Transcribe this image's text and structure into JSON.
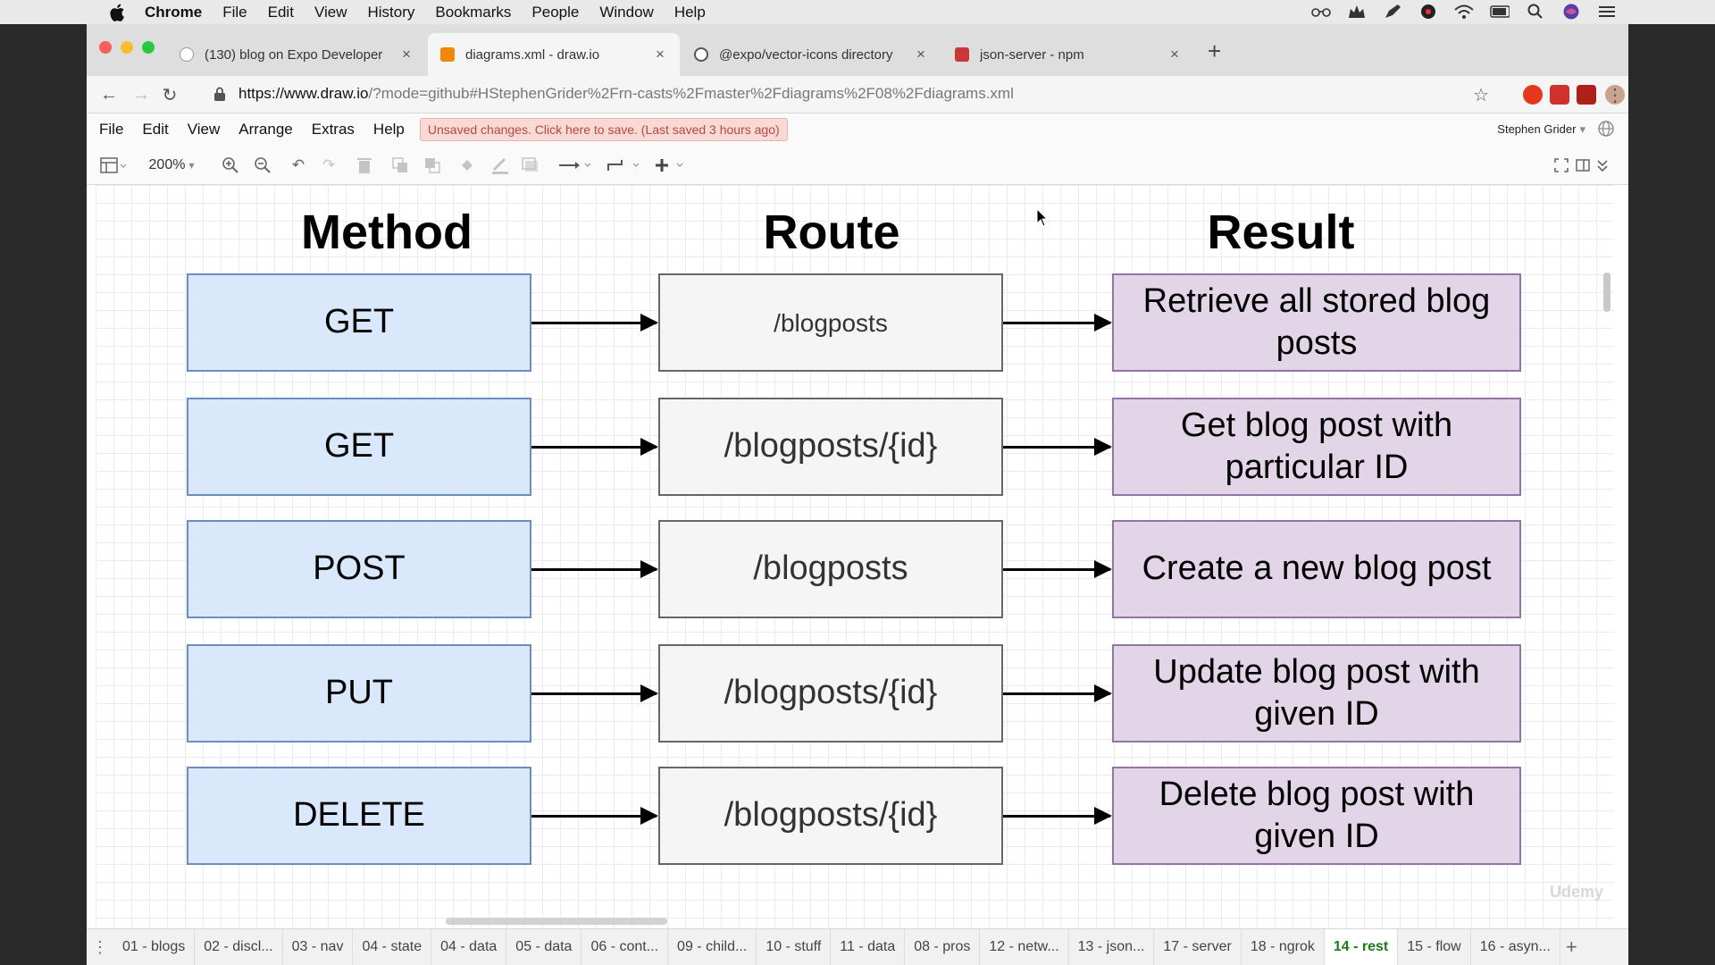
{
  "mac_menubar": {
    "app_name": "Chrome",
    "items": [
      "File",
      "Edit",
      "View",
      "History",
      "Bookmarks",
      "People",
      "Window",
      "Help"
    ],
    "status_icons": [
      "glasses-icon",
      "creature-icon",
      "pen-icon",
      "record-icon",
      "wifi-icon",
      "battery-icon",
      "search-icon",
      "siri-icon",
      "list-icon"
    ]
  },
  "browser": {
    "tabs": [
      {
        "label": "(130) blog on Expo Developer",
        "favicon": "expo-icon",
        "active": false
      },
      {
        "label": "diagrams.xml - draw.io",
        "favicon": "drawio-icon",
        "active": true
      },
      {
        "label": "@expo/vector-icons directory",
        "favicon": "globe-icon",
        "active": false
      },
      {
        "label": "json-server - npm",
        "favicon": "npm-icon",
        "active": false
      }
    ],
    "url_host": "https://www.draw.io",
    "url_rest": "/?mode=github#HStephenGrider%2Frn-casts%2Fmaster%2Fdiagrams%2F08%2Fdiagrams.xml"
  },
  "app": {
    "menus": [
      "File",
      "Edit",
      "View",
      "Arrange",
      "Extras",
      "Help"
    ],
    "unsaved_notice": "Unsaved changes. Click here to save. (Last saved 3 hours ago)",
    "user": "Stephen Grider",
    "zoom": "200%"
  },
  "diagram": {
    "headers": {
      "method": "Method",
      "route": "Route",
      "result": "Result"
    },
    "rows": [
      {
        "method": "GET",
        "route": "/blogposts",
        "result": "Retrieve all stored blog posts"
      },
      {
        "method": "GET",
        "route": "/blogposts/{id}",
        "result": "Get blog post with particular ID"
      },
      {
        "method": "POST",
        "route": "/blogposts",
        "result": "Create a new blog post"
      },
      {
        "method": "PUT",
        "route": "/blogposts/{id}",
        "result": "Update blog post with given ID"
      },
      {
        "method": "DELETE",
        "route": "/blogposts/{id}",
        "result": "Delete blog post with given ID"
      }
    ],
    "colors": {
      "method_fill": "#dae8fc",
      "method_stroke": "#6c8ebf",
      "route_fill": "#f5f5f5",
      "route_stroke": "#666666",
      "result_fill": "#e1d5e7",
      "result_stroke": "#9673a6"
    },
    "watermark": "Udemy"
  },
  "page_tabs": [
    "01 - blogs",
    "02 - discl...",
    "03 - nav",
    "04 - state",
    "04 - data",
    "05 - data",
    "06 - cont...",
    "09 - child...",
    "10 - stuff",
    "11 - data",
    "08 - pros",
    "12 - netw...",
    "13 - json...",
    "17 - server",
    "18 - ngrok",
    "14 - rest",
    "15 - flow",
    "16 - asyn..."
  ],
  "active_page_tab": "14 - rest"
}
